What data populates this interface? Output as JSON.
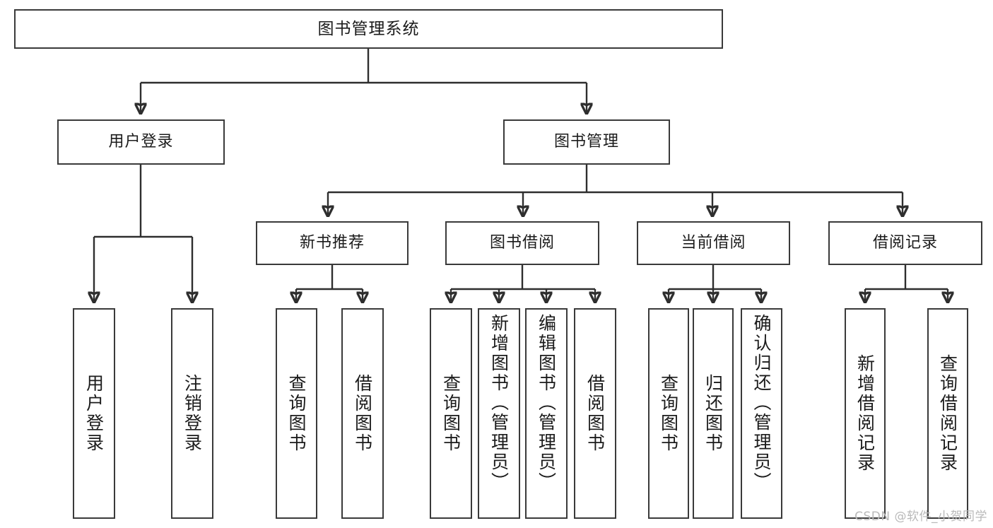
{
  "diagram": {
    "type": "tree-hierarchy",
    "title": "图书管理系统",
    "orientation": "top-down",
    "levels": 4,
    "colors": {
      "box_border": "#3a3a3a",
      "box_fill": "#ffffff",
      "connector": "#2e2e2e",
      "text": "#1b1b1b",
      "watermark": "#b9b9b9",
      "background": "#ffffff"
    }
  },
  "root": {
    "label": "图书管理系统"
  },
  "level2": [
    {
      "label": "用户登录"
    },
    {
      "label": "图书管理"
    }
  ],
  "level3": [
    {
      "label": "新书推荐"
    },
    {
      "label": "图书借阅"
    },
    {
      "label": "当前借阅"
    },
    {
      "label": "借阅记录"
    }
  ],
  "leaves": {
    "user_login": [
      {
        "label": "用户登录"
      },
      {
        "label": "注销登录"
      }
    ],
    "new_book": [
      {
        "label": "查询图书"
      },
      {
        "label": "借阅图书"
      }
    ],
    "book_borrow": [
      {
        "label": "查询图书"
      },
      {
        "label": "新增图书（管理员）"
      },
      {
        "label": "编辑图书（管理员）"
      },
      {
        "label": "借阅图书"
      }
    ],
    "current_borrow": [
      {
        "label": "查询图书"
      },
      {
        "label": "归还图书"
      },
      {
        "label": "确认归还（管理员）"
      }
    ],
    "borrow_record": [
      {
        "label": "新增借阅记录"
      },
      {
        "label": "查询借阅记录"
      }
    ]
  },
  "watermark": {
    "text": "CSDN @软件_小贺同学"
  }
}
